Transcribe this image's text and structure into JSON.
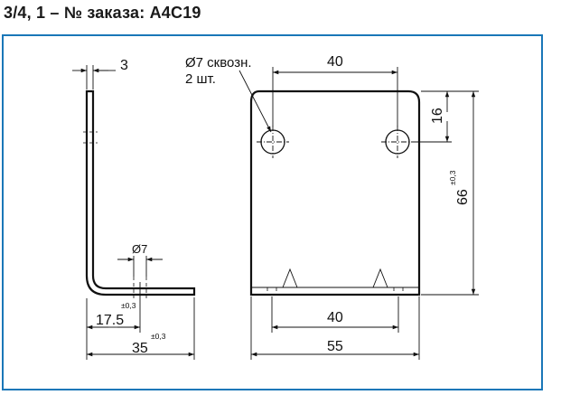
{
  "title": "3/4, 1 – № заказа: A4C19",
  "side_view": {
    "thickness": "3",
    "hole_diameter": "Ø7",
    "hole_offset": "17.5",
    "hole_offset_tol": "±0,3",
    "length": "35",
    "length_tol": "±0,3"
  },
  "front_view": {
    "hole_callout_line1": "Ø7 сквозн.",
    "hole_callout_line2": "2 шт.",
    "top_spacing": "40",
    "top_offset": "16",
    "height": "66",
    "height_tol": "±0,3",
    "bottom_spacing": "40",
    "width": "55"
  },
  "colors": {
    "frame": "#1a77b8",
    "line": "#111111"
  }
}
